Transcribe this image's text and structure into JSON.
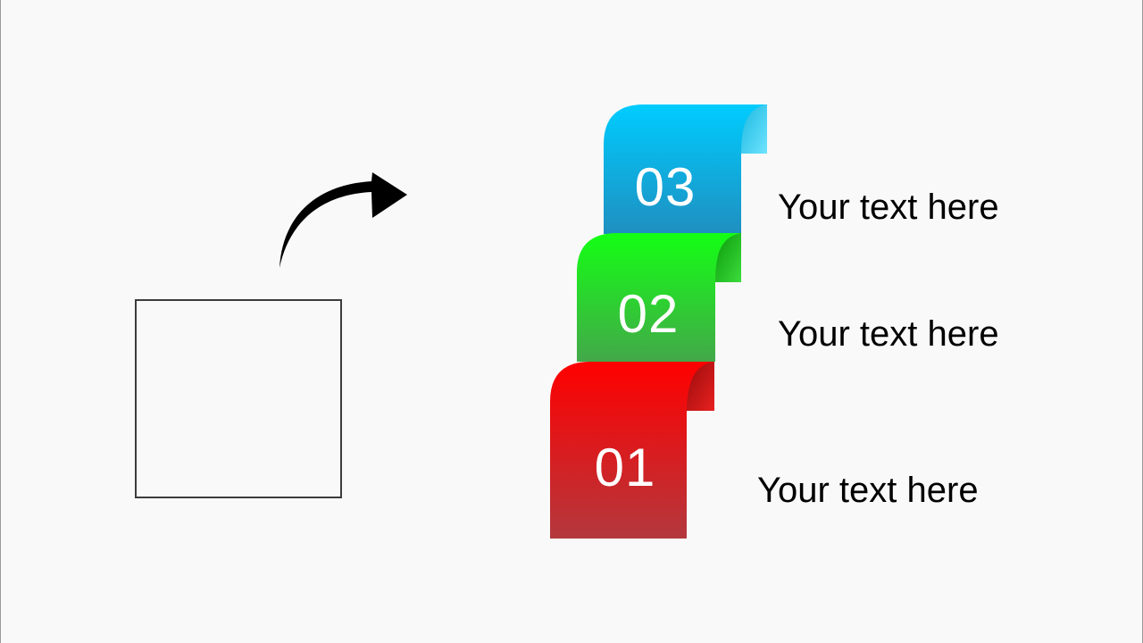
{
  "steps": [
    {
      "number": "03",
      "text": "Your text here",
      "color_top": "#00ccff",
      "color_bottom": "#1f8fc0",
      "fold_color": "#26c3ea"
    },
    {
      "number": "02",
      "text": "Your text here",
      "color_top": "#14ff14",
      "color_bottom": "#43a84a",
      "fold_color": "#1bbf1b"
    },
    {
      "number": "01",
      "text": "Your text here",
      "color_top": "#ff0000",
      "color_bottom": "#b3383d",
      "fold_color": "#c81414"
    }
  ],
  "icons": {
    "arrow": "curved-arrow-icon",
    "shape": "square-outline"
  }
}
